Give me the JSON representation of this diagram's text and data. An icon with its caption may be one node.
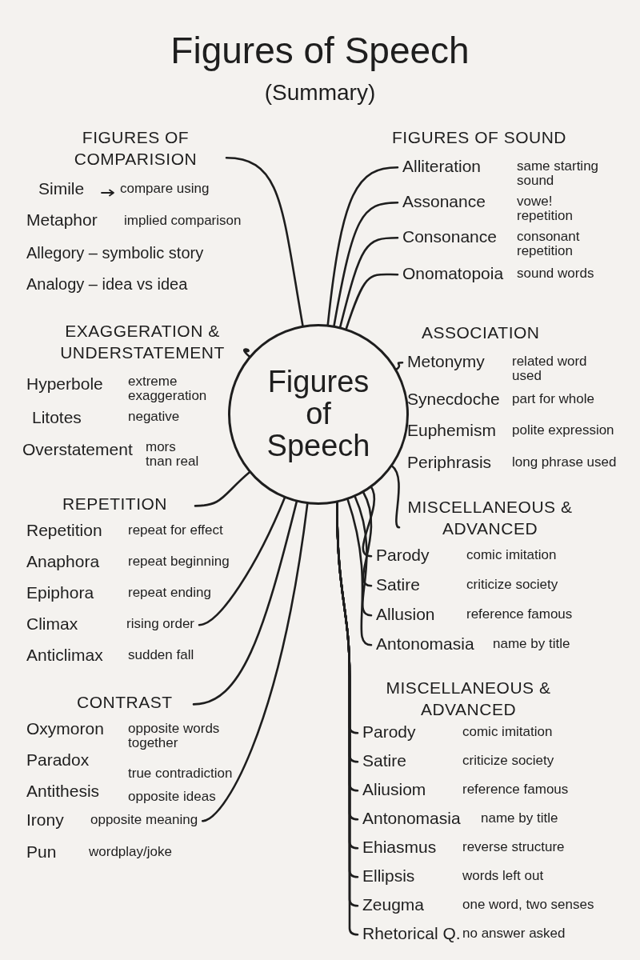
{
  "diagram": {
    "title": "Figures of Speech",
    "nodes": [
      {
        "text": [
          "Figures of Speech"
        ]
      },
      {
        "text": [
          "FIGURES OF COMPARISION"
        ]
      },
      {
        "text": [
          "EXAGGERATION & UNDERSTATEMENT"
        ]
      },
      {
        "text": [
          "REPETITION"
        ]
      },
      {
        "text": [
          "Climax"
        ],
        "beside": [
          "rising order"
        ]
      },
      {
        "text": [
          "CONTRAST"
        ]
      },
      {
        "text": [
          "Irony"
        ],
        "beside": [
          "opposite meaning"
        ]
      },
      {
        "text": [
          "Alliteration"
        ],
        "beside": [
          "same starting sound"
        ]
      },
      {
        "text": [
          "Assonance"
        ],
        "beside": [
          "vowe! repetition"
        ]
      },
      {
        "text": [
          "Consonance"
        ],
        "beside": [
          "consonant repetition"
        ]
      },
      {
        "text": [
          "Onomatopoia"
        ],
        "beside": [
          "sound words"
        ]
      },
      {
        "text": [
          "Metonymy"
        ],
        "beside": [
          "related word used"
        ]
      },
      {
        "text": [
          "MISCELLANEOUS & ADVANCED"
        ]
      },
      {
        "text": [
          "Parody"
        ],
        "beside": [
          "comic imitation"
        ]
      },
      {
        "text": [
          "Satire"
        ],
        "beside": [
          "criticize society"
        ]
      },
      {
        "text": [
          "Allusion"
        ],
        "beside": [
          "reference famous"
        ]
      },
      {
        "text": [
          "Antonomasia"
        ],
        "beside": [
          "name by title"
        ]
      },
      {
        "text": [
          "Parody"
        ],
        "beside": [
          "comic imitation"
        ]
      },
      {
        "text": [
          "Satire"
        ],
        "beside": [
          "criticize society"
        ]
      },
      {
        "text": [
          "Aliusiom"
        ],
        "beside": [
          "reference famous"
        ]
      },
      {
        "text": [
          "Antonomasia"
        ],
        "beside": [
          "name by title"
        ]
      },
      {
        "text": [
          "Ehiasmus"
        ],
        "beside": [
          "reverse structure"
        ]
      },
      {
        "text": [
          "Ellipsis"
        ],
        "beside": [
          "words left out"
        ]
      },
      {
        "text": [
          "Zeugma"
        ],
        "beside": [
          "one word, two senses"
        ]
      },
      {
        "text": [
          "Rhetorical Q."
        ],
        "beside": [
          "no answer asked"
        ]
      }
    ],
    "edges": [
      {
        "from": 0,
        "to": 1,
        "arrow": "none"
      },
      {
        "from": 0,
        "to": 2,
        "arrow": "none"
      },
      {
        "from": 0,
        "to": 3,
        "arrow": "none"
      },
      {
        "from": 0,
        "to": 4,
        "arrow": "none"
      },
      {
        "from": 0,
        "to": 5,
        "arrow": "none"
      },
      {
        "from": 0,
        "to": 6,
        "arrow": "none"
      },
      {
        "from": 0,
        "to": 7,
        "arrow": "none"
      },
      {
        "from": 0,
        "to": 8,
        "arrow": "none"
      },
      {
        "from": 0,
        "to": 9,
        "arrow": "none"
      },
      {
        "from": 0,
        "to": 10,
        "arrow": "none"
      },
      {
        "from": 0,
        "to": 11,
        "arrow": "none"
      },
      {
        "from": 0,
        "to": 12,
        "arrow": "none"
      },
      {
        "from": 0,
        "to": 13,
        "arrow": "none"
      },
      {
        "from": 0,
        "to": 14,
        "arrow": "none"
      },
      {
        "from": 0,
        "to": 15,
        "arrow": "none"
      },
      {
        "from": 0,
        "to": 16,
        "arrow": "none"
      },
      {
        "from": 0,
        "to": 17,
        "arrow": "none"
      },
      {
        "from": 0,
        "to": 18,
        "arrow": "none"
      },
      {
        "from": 0,
        "to": 19,
        "arrow": "none"
      },
      {
        "from": 0,
        "to": 20,
        "arrow": "none"
      },
      {
        "from": 0,
        "to": 21,
        "arrow": "none"
      },
      {
        "from": 0,
        "to": 22,
        "arrow": "none"
      },
      {
        "from": 0,
        "to": 23,
        "arrow": "none"
      },
      {
        "from": 0,
        "to": 24,
        "arrow": "none"
      }
    ],
    "labels": [
      "(Summary)",
      "Simile",
      "compare using",
      "Metaphor",
      "implied comparison",
      "Allegory – symbolic story",
      "Analogy – idea vs idea",
      "Hyperbole",
      "extreme exaggeration",
      "Litotes",
      "negative",
      "Overstatement",
      "mors tnan real",
      "Repetition",
      "repeat for effect",
      "Anaphora",
      "repeat beginning",
      "Epiphora",
      "repeat ending",
      "Anticlimax",
      "sudden fall",
      "Oxymoron",
      "opposite words together",
      "Paradox",
      "true contradiction",
      "Antithesis",
      "opposite ideas",
      "Pun",
      "wordplay/joke",
      "FIGURES OF SOUND",
      "ASSOCIATION",
      "Synecdoche",
      "part for whole",
      "Euphemism",
      "polite expression",
      "Periphrasis",
      "long phrase used",
      "MISCELLANEOUS & ADVANCED"
    ]
  }
}
